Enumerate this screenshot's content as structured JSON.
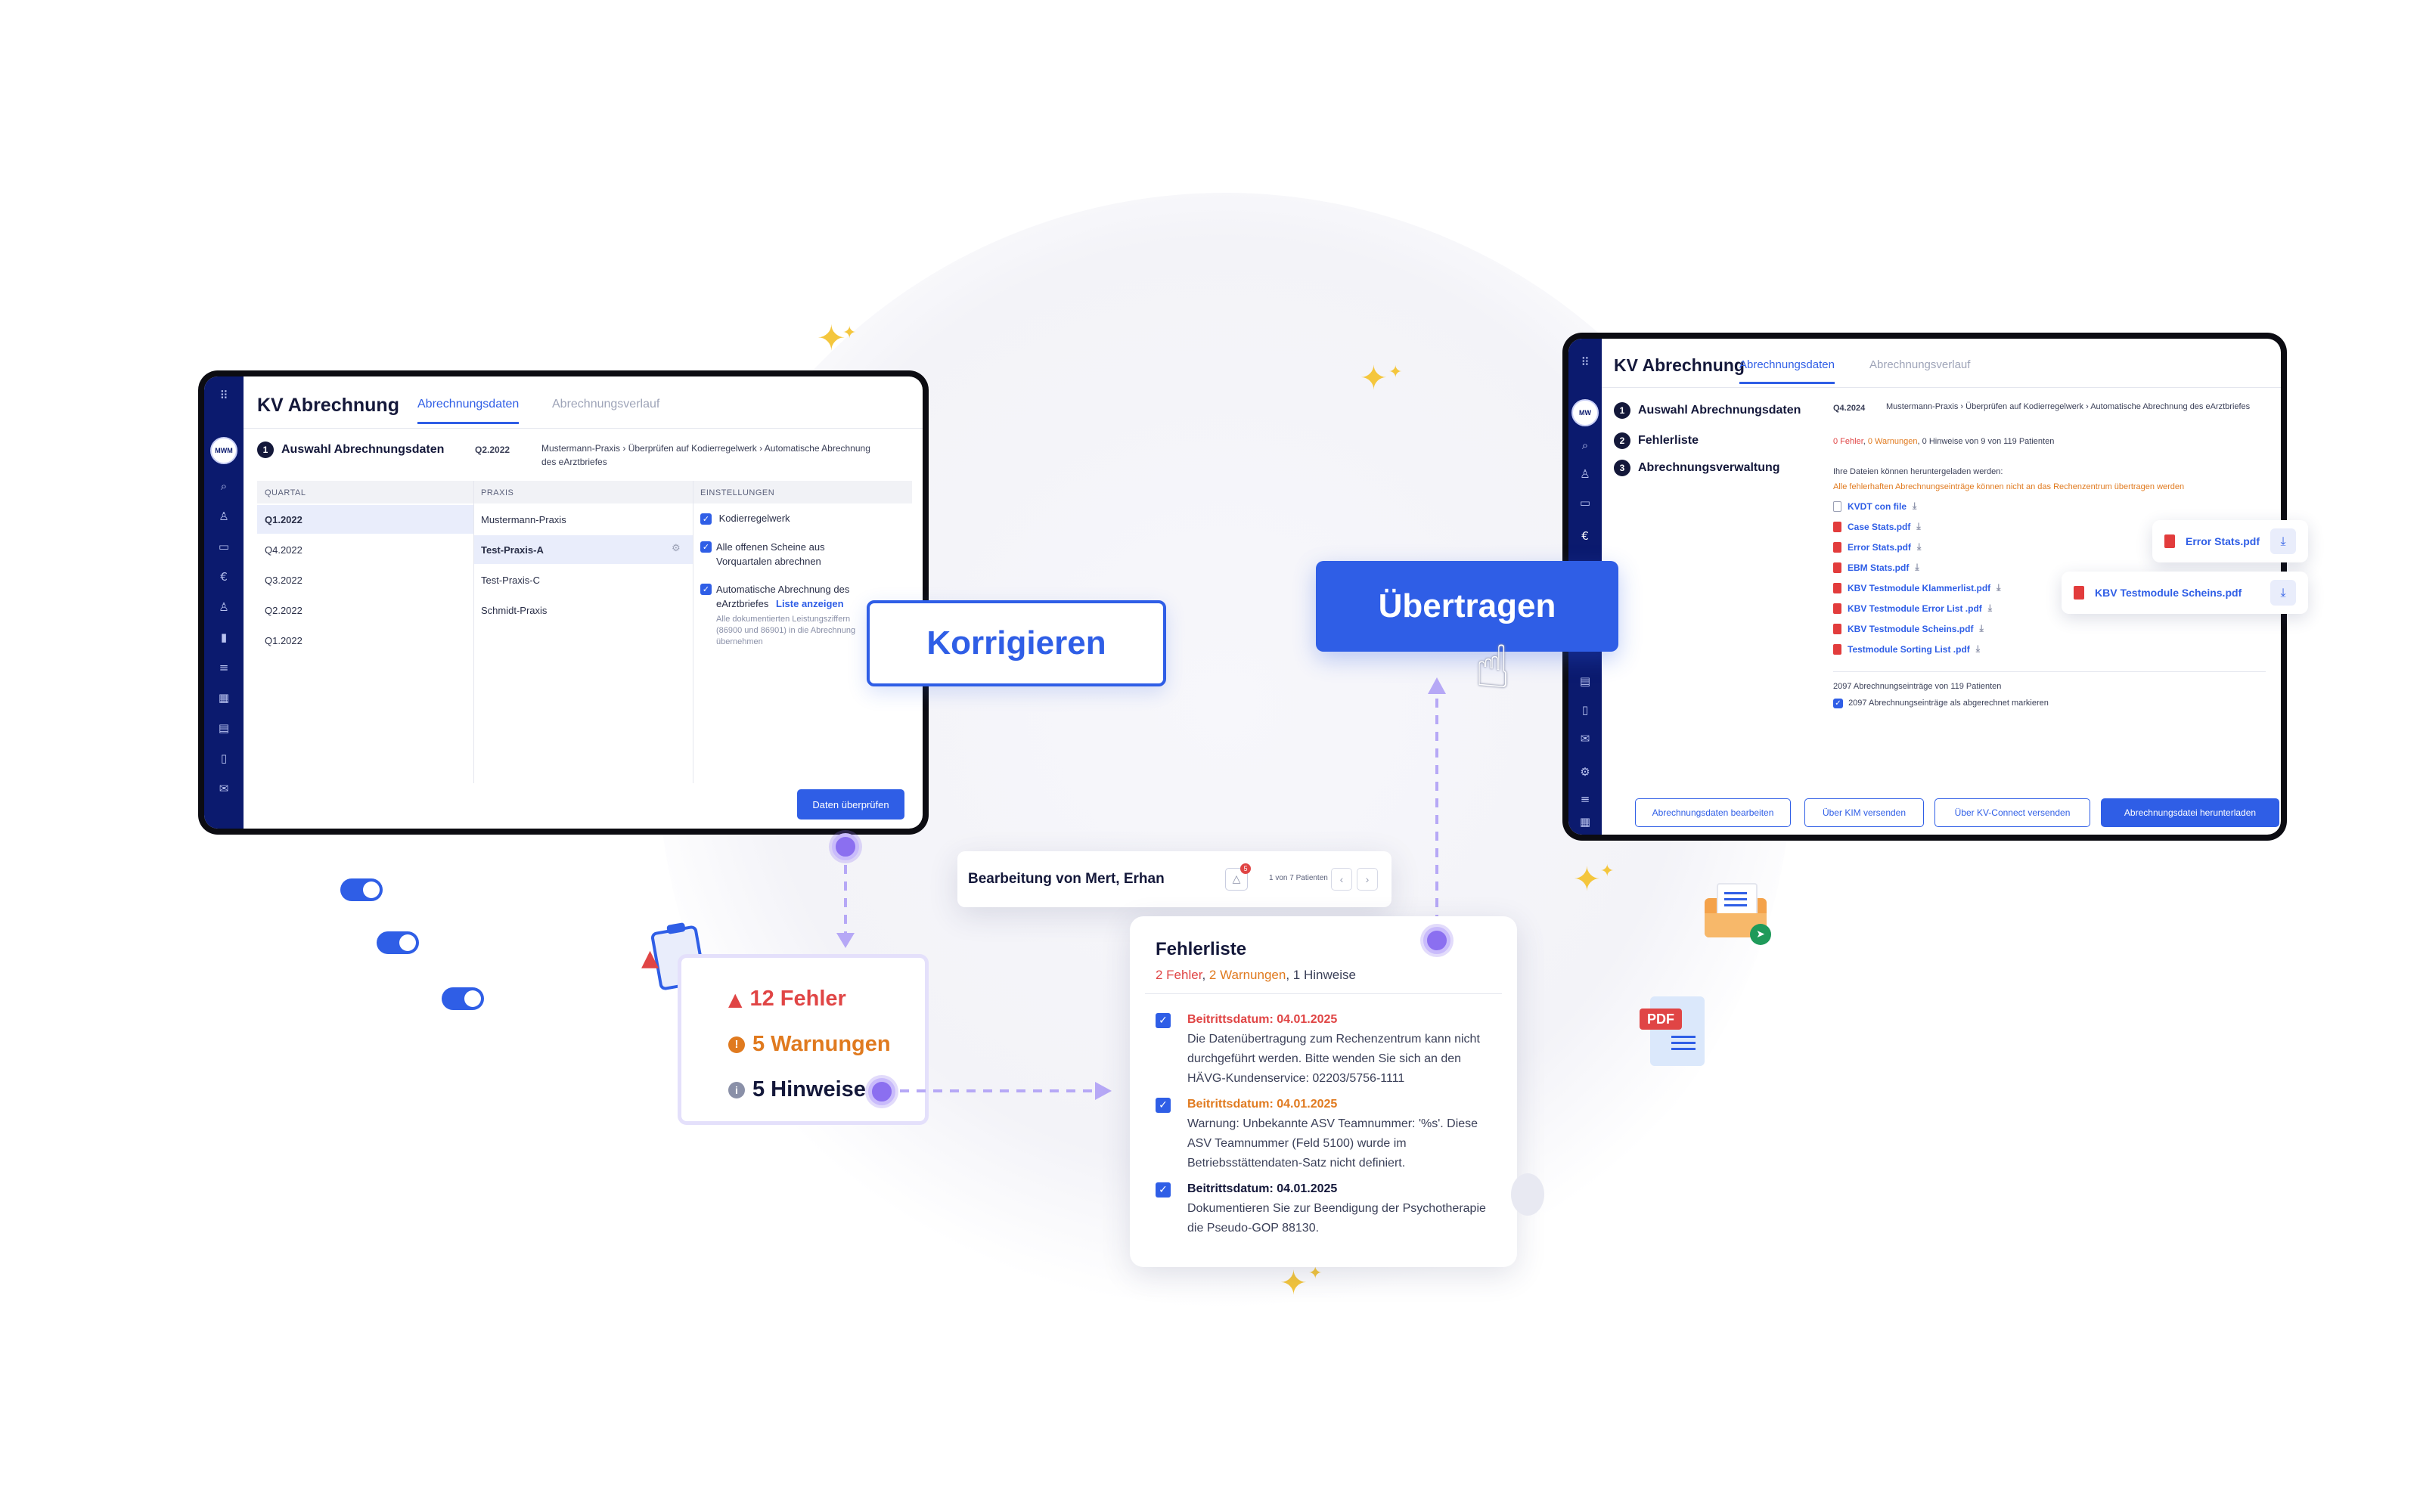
{
  "colors": {
    "accent": "#2f5ee6",
    "rail": "#0b1a6e",
    "error": "#e04545",
    "warning": "#e07a1f",
    "info": "#8a90a8",
    "purple": "#8b6ff0"
  },
  "left_app": {
    "title": "KV Abrechnung",
    "tabs": [
      "Abrechnungsdaten",
      "Abrechnungsverlauf"
    ],
    "avatar": "MWM",
    "step": {
      "num": "1",
      "label": "Auswahl Abrechnungsdaten",
      "quarter": "Q2.2022",
      "description": "Mustermann-Praxis › Überprüfen auf Kodierregelwerk › Automatische Abrechnung des eArztbriefes"
    },
    "table": {
      "headers": [
        "QUARTAL",
        "PRAXIS",
        "EINSTELLUNGEN"
      ],
      "quarters": [
        "Q1.2022",
        "Q4.2022",
        "Q3.2022",
        "Q2.2022",
        "Q1.2022"
      ],
      "practices": [
        "Mustermann-Praxis",
        "Test-Praxis-A",
        "Test-Praxis-C",
        "Schmidt-Praxis"
      ],
      "settings": [
        {
          "label": "Kodierregelwerk"
        },
        {
          "label": "Alle offenen Scheine aus Vorquartalen abrechnen"
        },
        {
          "label": "Automatische Abrechnung des eArztbriefes",
          "link": "Liste anzeigen",
          "note": "Alle dokumentierten Leistungsziffern (86900 und 86901) in die Abrechnung übernehmen"
        }
      ]
    },
    "button": "Daten überprüfen"
  },
  "korrigieren": "Korrigieren",
  "uebertragen": "Übertragen",
  "summary": {
    "fehler": "12 Fehler",
    "warnungen": "5 Warnungen",
    "hinweise": "5 Hinweise"
  },
  "bearbeitung": {
    "title": "Bearbeitung von Mert, Erhan",
    "badge": "5",
    "pager": "1 von 7 Patienten"
  },
  "fehlerliste": {
    "title": "Fehlerliste",
    "counts": {
      "fehler": "2 Fehler",
      "warnungen": "2 Warnungen",
      "hinweise": "1 Hinweise"
    },
    "items": [
      {
        "date": "Beitrittsdatum: 04.01.2025",
        "text": "Die Datenübertragung zum Rechenzentrum kann nicht durchgeführt werden. Bitte wenden Sie sich an den HÄVG-Kundenservice: 02203/5756-1111"
      },
      {
        "date": "Beitrittsdatum: 04.01.2025",
        "text": "Warnung: Unbekannte ASV Teamnummer: '%s'. Diese ASV Teamnummer (Feld 5100) wurde im Betriebsstättendaten-Satz nicht definiert."
      },
      {
        "date": "Beitrittsdatum: 04.01.2025",
        "text": "Dokumentieren Sie zur Beendigung der Psychotherapie die Pseudo-GOP 88130."
      }
    ]
  },
  "right_app": {
    "title": "KV Abrechnung",
    "tabs": [
      "Abrechnungsdaten",
      "Abrechnungsverlauf"
    ],
    "avatar": "MW",
    "steps": [
      {
        "num": "1",
        "label": "Auswahl Abrechnungsdaten"
      },
      {
        "num": "2",
        "label": "Fehlerliste"
      },
      {
        "num": "3",
        "label": "Abrechnungsverwaltung"
      }
    ],
    "quarter": "Q4.2024",
    "description": "Mustermann-Praxis › Überprüfen auf Kodierregelwerk › Automatische Abrechnung des eArztbriefes",
    "fehler_summary": {
      "fehler": "0 Fehler",
      "warnungen": "0 Warnungen",
      "rest": "0 Hinweise von 9 von 119 Patienten"
    },
    "download_intro": "Ihre Dateien können heruntergeladen werden:",
    "download_warning": "Alle fehlerhaften Abrechnungseinträge können nicht an das Rechenzentrum übertragen werden",
    "files": [
      "KVDT con file",
      "Case Stats.pdf",
      "Error Stats.pdf",
      "EBM Stats.pdf",
      "KBV Testmodule Klammerlist.pdf",
      "KBV Testmodule  Error List .pdf",
      "KBV Testmodule Scheins.pdf",
      "Testmodule Sorting List .pdf"
    ],
    "entries_count": "2097 Abrechnungseinträge von 119 Patienten",
    "mark_label": "2097 Abrechnungseinträge als abgerechnet markieren",
    "buttons": [
      "Abrechnungsdaten bearbeiten",
      "Über KIM versenden",
      "Über KV-Connect versenden",
      "Abrechnungsdatei herunterladen"
    ]
  },
  "floating_files": [
    "Error Stats.pdf",
    "KBV Testmodule Scheins.pdf"
  ],
  "pdf_label": "PDF",
  "icons": [
    "grid-icon",
    "search-icon",
    "user-plus-icon",
    "id-card-icon",
    "euro-icon",
    "users-icon",
    "chart-icon",
    "list-icon",
    "apps-icon",
    "calendar-icon",
    "document-icon",
    "mail-icon",
    "download-icon",
    "warning-icon",
    "info-icon",
    "hand-pointer-icon",
    "sparkle-icon",
    "toggle-icon",
    "clipboard-icon",
    "envelope-icon",
    "pdf-icon"
  ]
}
